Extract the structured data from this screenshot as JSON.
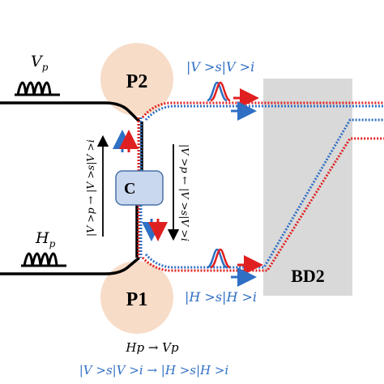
{
  "labels": {
    "vp": "V",
    "vp_sub": "p",
    "hp": "H",
    "hp_sub": "p",
    "p2": "P2",
    "p1": "P1",
    "c": "C",
    "bd2": "BD2",
    "state_vv": "|V >s|V >i",
    "state_hh": "|H >s|H >i",
    "left_vertical": "|V >p → |V >s|V >i",
    "right_vertical": "|V >p ← |V >s|V >i",
    "bottom_line1": "Hp → Vp",
    "bottom_line2": "|V >s|V >i → |H >s|H >i"
  },
  "colors": {
    "pump": "#000000",
    "signal_red": "#e02020",
    "idler_blue": "#2f6fc4",
    "sphere": "#f7dcc8",
    "bd2_fill": "#d9d9d9",
    "c_fill": "#c9d8ee",
    "c_border": "#4a6fa8",
    "state_blue": "#2f6fc4",
    "state_red": "#e02020"
  }
}
